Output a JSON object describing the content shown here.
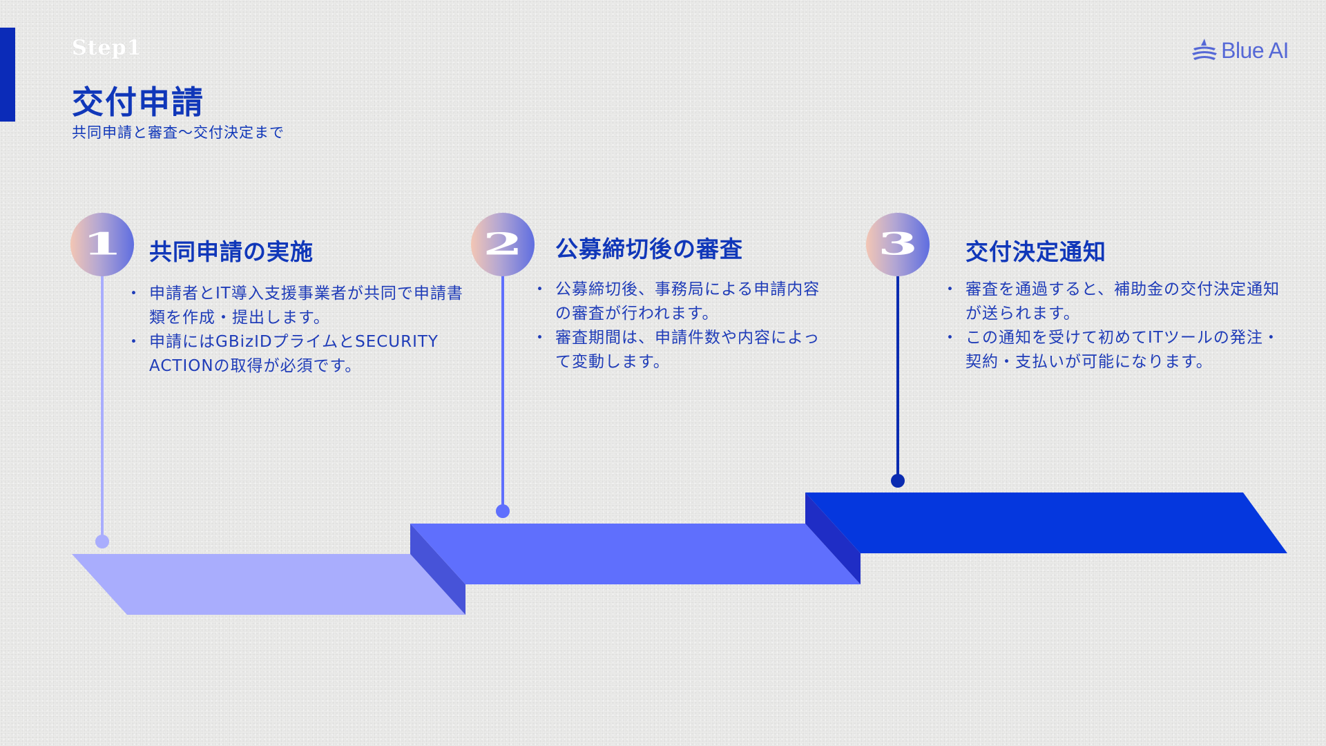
{
  "header": {
    "step_label": "Step1",
    "title": "交付申請",
    "subtitle": "共同申請と審査〜交付決定まで"
  },
  "logo": {
    "text": "Blue AI",
    "icon": "blue-ai-logo-icon"
  },
  "steps": [
    {
      "number": "1",
      "title": "共同申請の実施",
      "bullets": [
        "申請者とIT導入支援事業者が共同で申請書類を作成・提出します。",
        "申請にはGBizIDプライムとSECURITY ACTIONの取得が必須です。"
      ],
      "color": "#a9adfd"
    },
    {
      "number": "2",
      "title": "公募締切後の審査",
      "bullets": [
        "公募締切後、事務局による申請内容の審査が行われます。",
        "審査期間は、申請件数や内容によって変動します。"
      ],
      "color": "#5f6ffd"
    },
    {
      "number": "3",
      "title": "交付決定通知",
      "bullets": [
        "審査を通過すると、補助金の交付決定通知が送られます。",
        "この通知を受けて初めてITツールの発注・契約・支払いが可能になります。"
      ],
      "color": "#0537de"
    }
  ],
  "colors": {
    "accent": "#0b2bb8",
    "text": "#1037b9"
  }
}
